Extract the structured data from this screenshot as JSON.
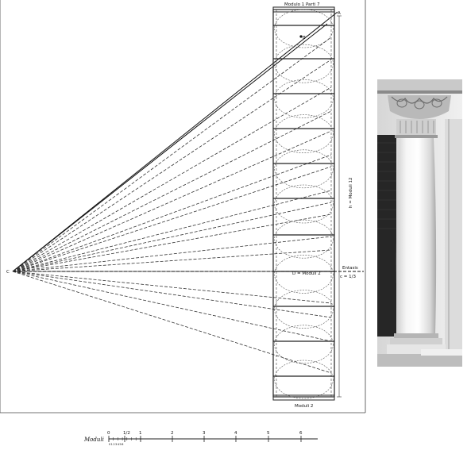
{
  "diagram": {
    "labels": {
      "top_module": "Modulo 1 Parti 7",
      "height": "h = Moduli 12",
      "diameter": "D = Moduli 2",
      "entasis_title": "Entasis",
      "entasis_ratio": "c = 1/3",
      "bottom_module": "Moduli 2",
      "point_a": "A",
      "point_b": "B",
      "point_c": "C"
    },
    "scale": {
      "title": "Moduli",
      "ticks": [
        "0",
        "1/2",
        "1",
        "2",
        "3",
        "4",
        "5",
        "6"
      ],
      "subticks": "0123456"
    }
  },
  "photo": {
    "subject": "column photograph",
    "colors": {
      "background": "#e8e8e8",
      "shaft": "#f2f2f2",
      "brick": "#2a2a2a"
    }
  }
}
